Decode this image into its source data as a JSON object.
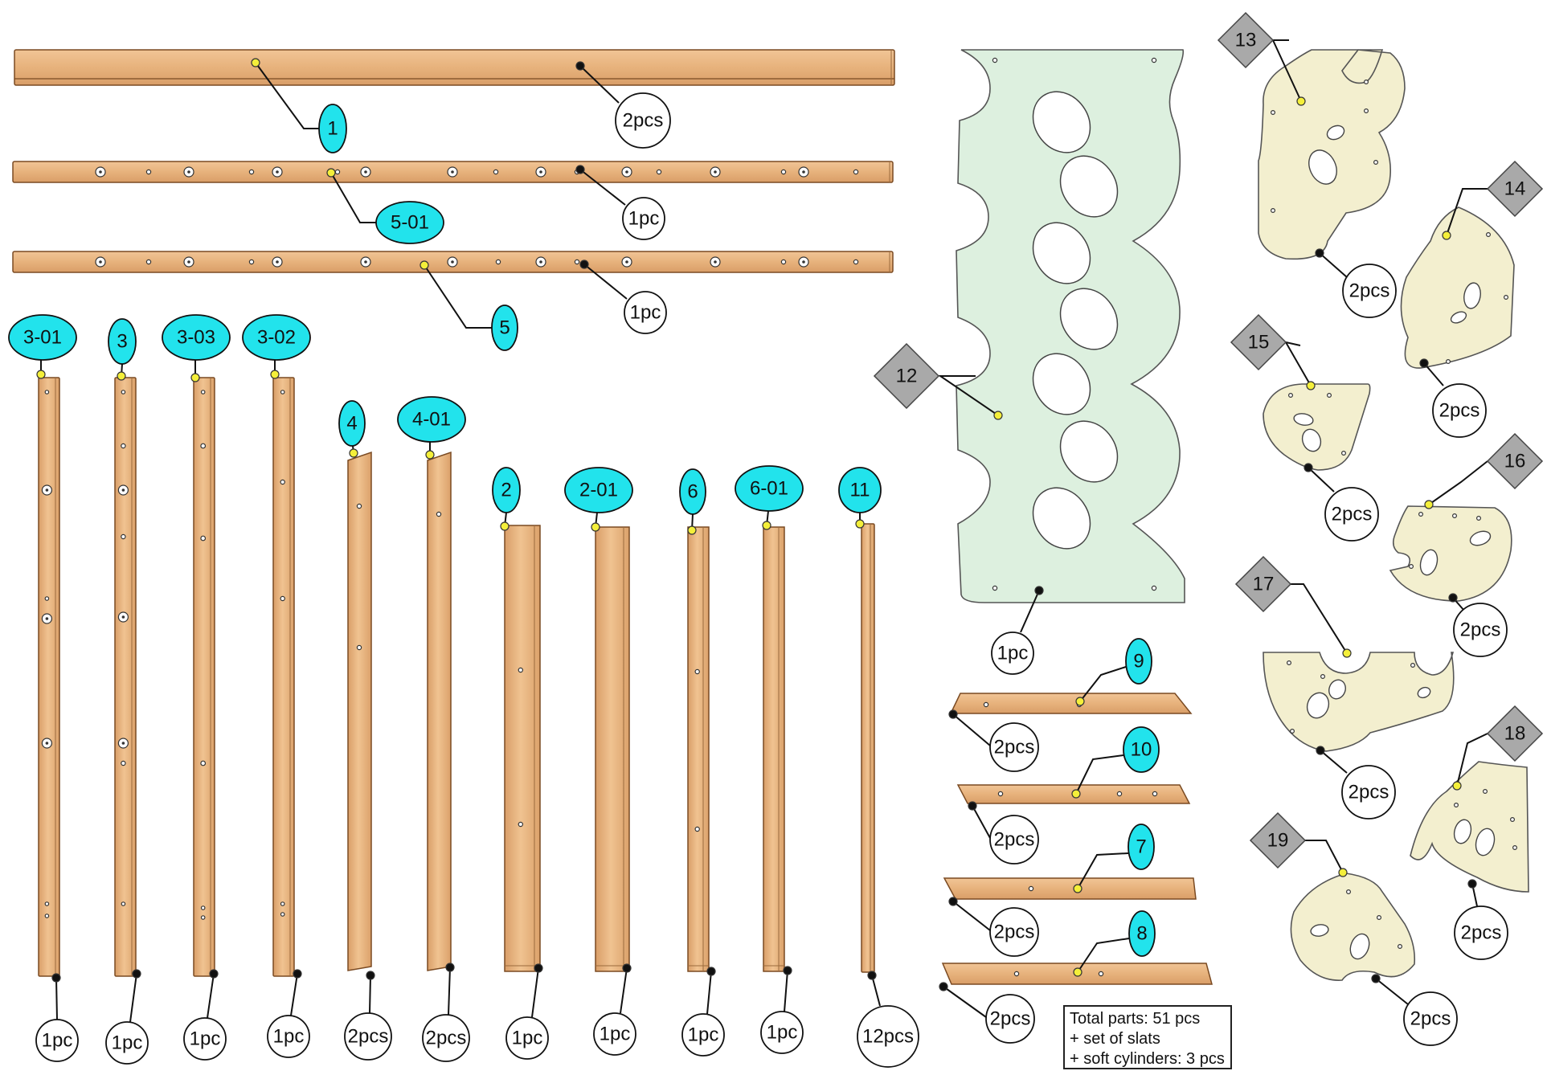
{
  "summary": {
    "total": "Total parts: 51 pcs",
    "slats": "+ set of slats",
    "cylinders": "+ soft cylinders: 3 pcs"
  },
  "colors": {
    "wood": "#e9b784",
    "wood_edge": "#7a4a22",
    "panel_green": "#ddf0df",
    "panel_cream": "#f3efcf",
    "callout_cyan": "#22e3ec",
    "callout_gray": "#a9a9a9",
    "anchor_yellow": "#f4ef3a"
  },
  "parts": [
    {
      "id": "1",
      "qty": "2pcs",
      "callout": "cyan"
    },
    {
      "id": "5-01",
      "qty": "1pc",
      "callout": "cyan"
    },
    {
      "id": "5",
      "qty": "1pc",
      "callout": "cyan"
    },
    {
      "id": "3-01",
      "qty": "1pc",
      "callout": "cyan"
    },
    {
      "id": "3",
      "qty": "1pc",
      "callout": "cyan"
    },
    {
      "id": "3-03",
      "qty": "1pc",
      "callout": "cyan"
    },
    {
      "id": "3-02",
      "qty": "1pc",
      "callout": "cyan"
    },
    {
      "id": "4",
      "qty": "2pcs",
      "callout": "cyan"
    },
    {
      "id": "4-01",
      "qty": "2pcs",
      "callout": "cyan"
    },
    {
      "id": "2",
      "qty": "1pc",
      "callout": "cyan"
    },
    {
      "id": "2-01",
      "qty": "1pc",
      "callout": "cyan"
    },
    {
      "id": "6",
      "qty": "1pc",
      "callout": "cyan"
    },
    {
      "id": "6-01",
      "qty": "1pc",
      "callout": "cyan"
    },
    {
      "id": "11",
      "qty": "12pcs",
      "callout": "cyan"
    },
    {
      "id": "12",
      "qty": "1pc",
      "callout": "gray"
    },
    {
      "id": "9",
      "qty": "2pcs",
      "callout": "cyan"
    },
    {
      "id": "10",
      "qty": "2pcs",
      "callout": "cyan"
    },
    {
      "id": "7",
      "qty": "2pcs",
      "callout": "cyan"
    },
    {
      "id": "8",
      "qty": "2pcs",
      "callout": "cyan"
    },
    {
      "id": "13",
      "qty": "2pcs",
      "callout": "gray"
    },
    {
      "id": "14",
      "qty": "2pcs",
      "callout": "gray"
    },
    {
      "id": "15",
      "qty": "2pcs",
      "callout": "gray"
    },
    {
      "id": "16",
      "qty": "2pcs",
      "callout": "gray"
    },
    {
      "id": "17",
      "qty": "2pcs",
      "callout": "gray"
    },
    {
      "id": "18",
      "qty": "2pcs",
      "callout": "gray"
    },
    {
      "id": "19",
      "qty": "2pcs",
      "callout": "gray"
    }
  ]
}
